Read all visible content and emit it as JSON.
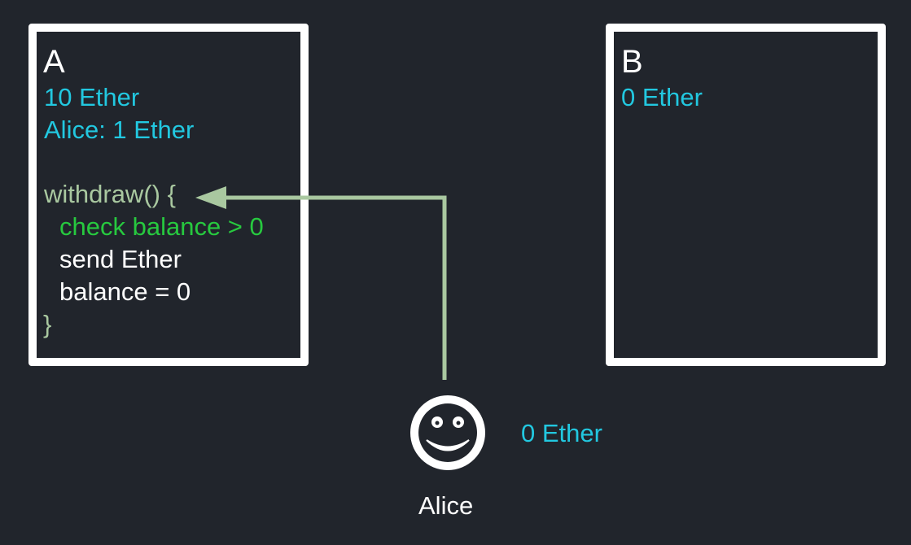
{
  "contract_a": {
    "name": "A",
    "balance": "10 Ether",
    "alice_balance": "Alice: 1 Ether",
    "code": {
      "func_open": "withdraw() {",
      "check": "check balance > 0",
      "send": "send  Ether",
      "reset": "balance = 0",
      "func_close": "}"
    }
  },
  "contract_b": {
    "name": "B",
    "balance": "0 Ether"
  },
  "alice": {
    "name": "Alice",
    "balance": "0 Ether",
    "icon": "smiley-face-icon"
  },
  "colors": {
    "background": "#21252c",
    "box_border": "#ffffff",
    "balance_text": "#22c8e0",
    "code_default": "#a9c8a0",
    "code_check": "#27c93f",
    "arrow": "#a9c8a0"
  }
}
